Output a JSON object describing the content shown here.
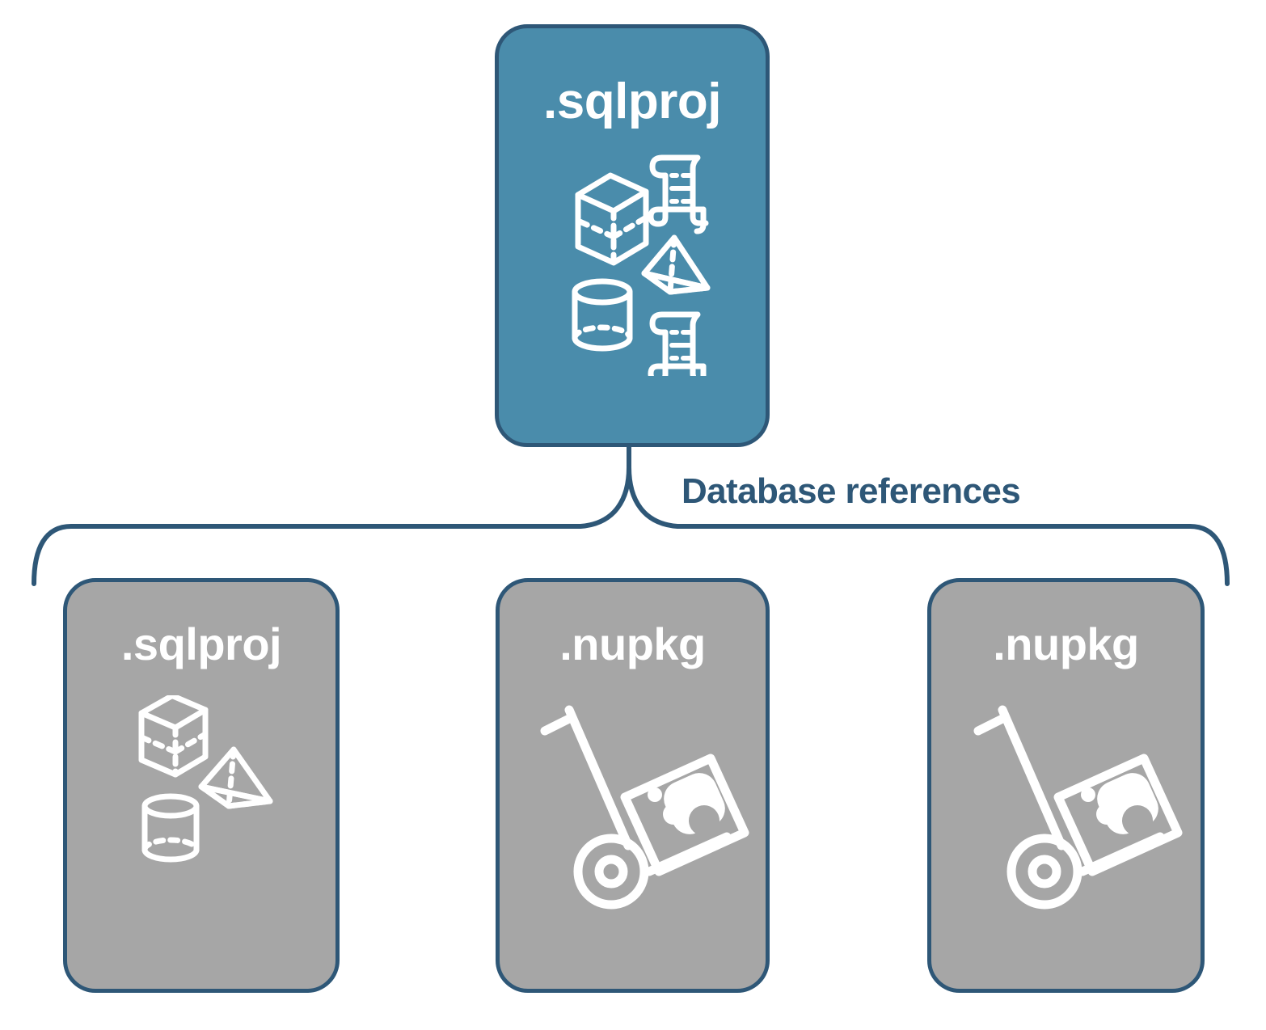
{
  "diagram": {
    "title_text_root": ".sqlproj",
    "connector_label": "Database references",
    "colors": {
      "primary_fill": "#4a8cab",
      "secondary_fill": "#a6a6a6",
      "stroke": "#2e5777",
      "icon": "#ffffff",
      "background": "#ffffff"
    }
  },
  "root_node": {
    "label": ".sqlproj",
    "icons": [
      "cube-icon",
      "scroll-icon",
      "pyramid-icon",
      "cylinder-icon",
      "scroll-icon"
    ]
  },
  "references": {
    "label": "Database references",
    "nodes": [
      {
        "label": ".sqlproj",
        "icons": [
          "cube-icon",
          "pyramid-icon",
          "cylinder-icon"
        ]
      },
      {
        "label": ".nupkg",
        "icons": [
          "hand-truck-package-icon"
        ]
      },
      {
        "label": ".nupkg",
        "icons": [
          "hand-truck-package-icon"
        ]
      }
    ]
  }
}
